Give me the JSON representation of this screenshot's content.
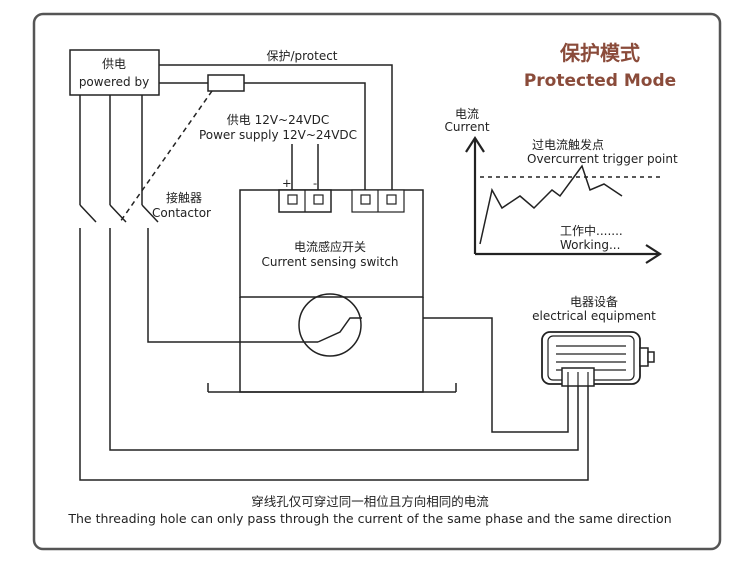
{
  "title": {
    "zh": "保护模式",
    "en": "Protected Mode"
  },
  "power": {
    "zh": "供电",
    "en": "powered by"
  },
  "protect": "保护/protect",
  "supply": {
    "zh": "供电 12V~24VDC",
    "en": "Power supply 12V~24VDC"
  },
  "contactor": {
    "zh": "接触器",
    "en": "Contactor"
  },
  "sensor": {
    "zh": "电流感应开关",
    "en": "Current sensing switch"
  },
  "terminal_plus": "+",
  "terminal_minus": "-",
  "equipment": {
    "zh": "电器设备",
    "en": "electrical equipment"
  },
  "graph": {
    "y_label_zh": "电流",
    "y_label_en": "Current",
    "trigger_zh": "过电流触发点",
    "trigger_en": "Overcurrent trigger point",
    "working_zh": "工作中.......",
    "working_en": "Working..."
  },
  "caption": {
    "zh": "穿线孔仅可穿过同一相位且方向相同的电流",
    "en": "The threading hole can only pass through the current of the same phase and the same direction"
  },
  "colors": {
    "accent": "#8a4b3a",
    "line": "#222222",
    "frame": "#555555"
  }
}
